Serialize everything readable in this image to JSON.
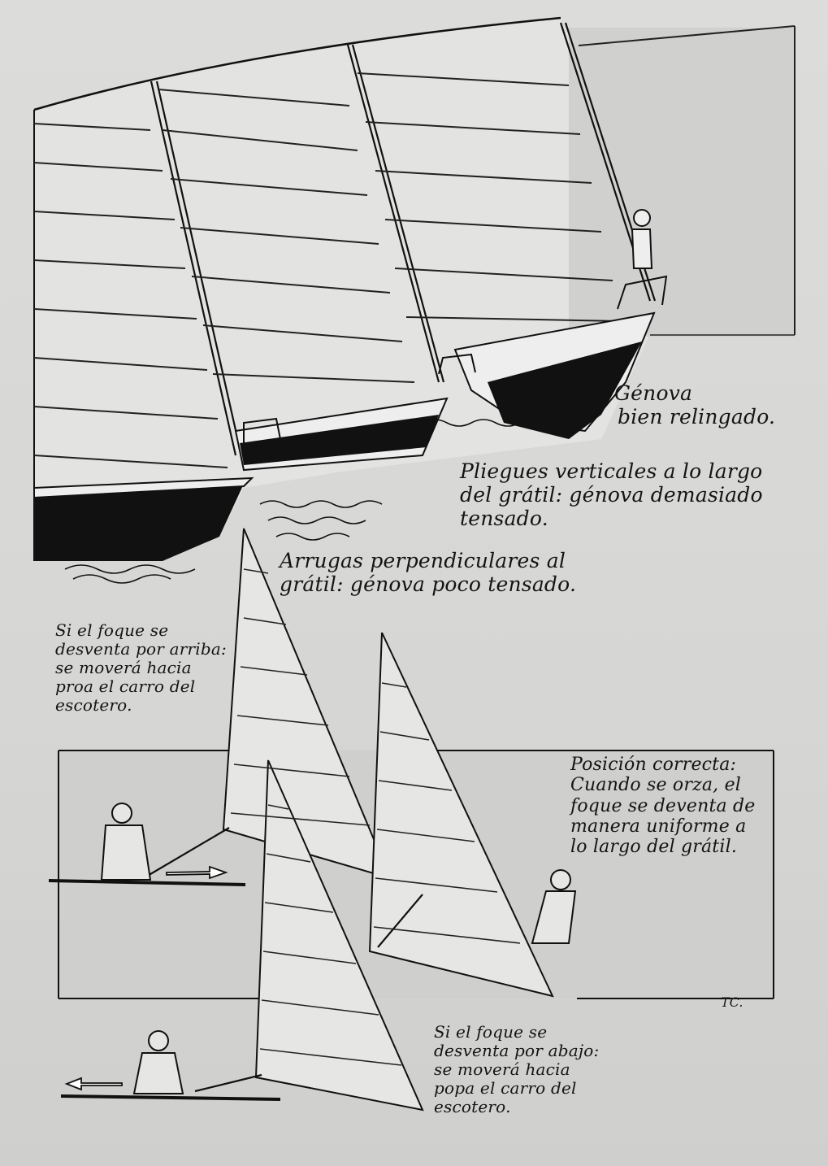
{
  "page": {
    "type": "illustrated-book-page",
    "background_color": "#d9d9d7",
    "ink_color": "#141414"
  },
  "top_panel": {
    "illustration": "three boat bows sailing with genoa sails, showing luff tension states",
    "captions": {
      "genova_bien": [
        "Génova",
        "bien relingado."
      ],
      "pliegues": [
        "Pliegues verticales a lo largo",
        "del grátil: génova demasiado",
        "tensado."
      ],
      "arrugas": [
        "Arrugas perpendiculares al",
        "grátil: génova poco tensado."
      ]
    }
  },
  "bottom_panel": {
    "illustration": "three jib sails with crew adjusting sheet lead car",
    "captions": {
      "arriba": [
        "Si el foque se",
        "desventa por arriba:",
        "se moverá hacia",
        "proa el carro del",
        "escotero."
      ],
      "correcta": [
        "Posición correcta:",
        "Cuando se orza, el",
        "foque se deventa de",
        "manera uniforme a",
        "lo largo del grátil."
      ],
      "abajo": [
        "Si el foque se",
        "desventa por abajo:",
        "se moverá hacia",
        "popa el carro del",
        "escotero."
      ]
    },
    "arrows": {
      "forward": "arrow-right",
      "aft": "arrow-left"
    },
    "signature": "TC."
  }
}
